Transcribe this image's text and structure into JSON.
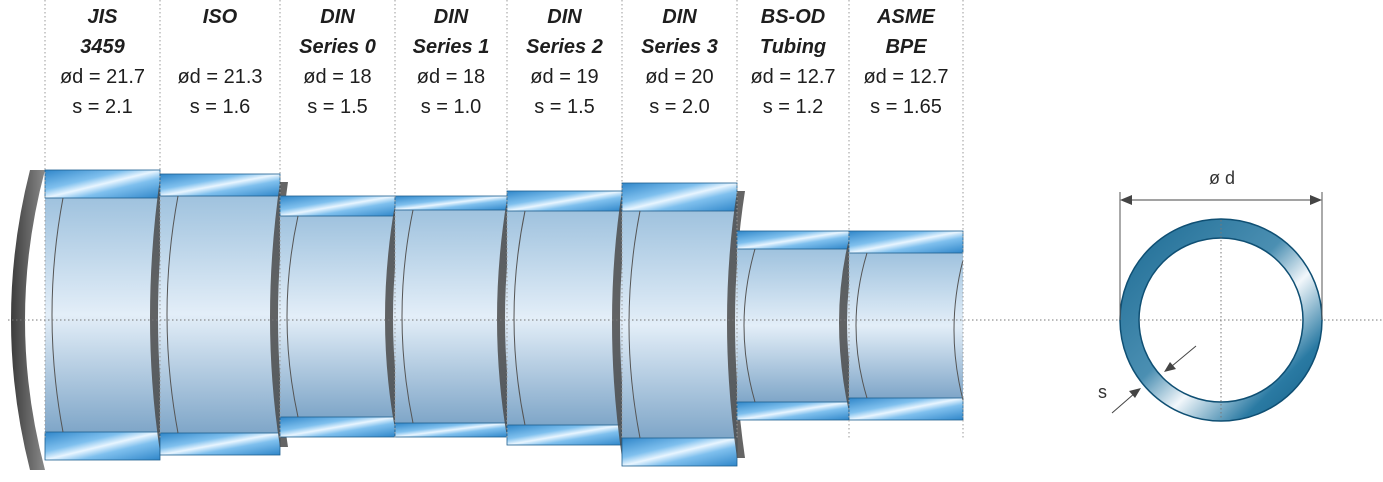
{
  "standards": [
    {
      "name_line1": "JIS",
      "name_line2": "3459",
      "diameter": "ød = 21.7",
      "wall": "s = 2.1"
    },
    {
      "name_line1": "ISO",
      "name_line2": "",
      "diameter": "ød = 21.3",
      "wall": "s = 1.6"
    },
    {
      "name_line1": "DIN",
      "name_line2": "Series 0",
      "diameter": "ød = 18",
      "wall": "s = 1.5"
    },
    {
      "name_line1": "DIN",
      "name_line2": "Series 1",
      "diameter": "ød = 18",
      "wall": "s = 1.0"
    },
    {
      "name_line1": "DIN",
      "name_line2": "Series 2",
      "diameter": "ød = 19",
      "wall": "s = 1.5"
    },
    {
      "name_line1": "DIN",
      "name_line2": "Series 3",
      "diameter": "ød = 20",
      "wall": "s = 2.0"
    },
    {
      "name_line1": "BS-OD",
      "name_line2": "Tubing",
      "diameter": "ød = 12.7",
      "wall": "s = 1.2"
    },
    {
      "name_line1": "ASME",
      "name_line2": "BPE",
      "diameter": "ød = 12.7",
      "wall": "s = 1.65"
    }
  ],
  "cross_section": {
    "diameter_label": "ø d",
    "wall_label": "s"
  },
  "colors": {
    "tube_light": "#d4e6f4",
    "tube_mid": "#8fb4d4",
    "tube_dark": "#6b93b8",
    "wall_band": "#3a8fd0",
    "ring_dark": "#1e6a92",
    "divider": "#9a9a9a"
  }
}
